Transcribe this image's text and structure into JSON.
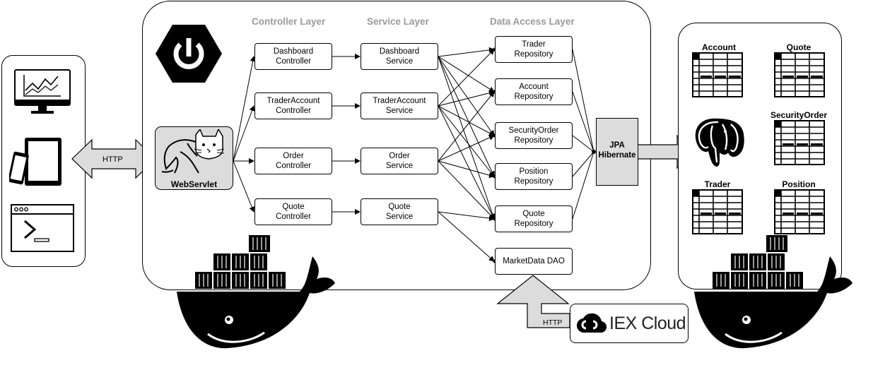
{
  "layers": {
    "controller": "Controller Layer",
    "service": "Service Layer",
    "data_access": "Data Access Layer"
  },
  "controllers": [
    "Dashboard\nController",
    "TraderAccount\nController",
    "Order\nController",
    "Quote\nController"
  ],
  "services": [
    "Dashboard\nService",
    "TraderAccount\nService",
    "Order\nService",
    "Quote\nService"
  ],
  "repositories": [
    "Trader\nRepository",
    "Account\nRepository",
    "SecurityOrder\nRepository",
    "Position\nRepository",
    "Quote\nRepository",
    "MarketData DAO"
  ],
  "webservlet_label": "WebServlet",
  "http_client_label": "HTTP",
  "http_iex_label": "HTTP",
  "jpa_label": "JPA\nHibernate",
  "iex_label": "IEX Cloud",
  "tables": [
    "Account",
    "Quote",
    "SecurityOrder",
    "Trader",
    "Position"
  ],
  "icons": [
    "monitor-chart-icon",
    "tablet-phone-icon",
    "terminal-window-icon",
    "spring-power-icon",
    "tomcat-icon",
    "docker-whale-icon",
    "postgresql-elephant-icon",
    "iex-cloud-icon",
    "table-grid-icon"
  ],
  "colors": {
    "node_fill": "#ffffff",
    "gray_fill": "#dcdcdc",
    "title_gray": "#9a9a9a",
    "ink": "#000000"
  }
}
